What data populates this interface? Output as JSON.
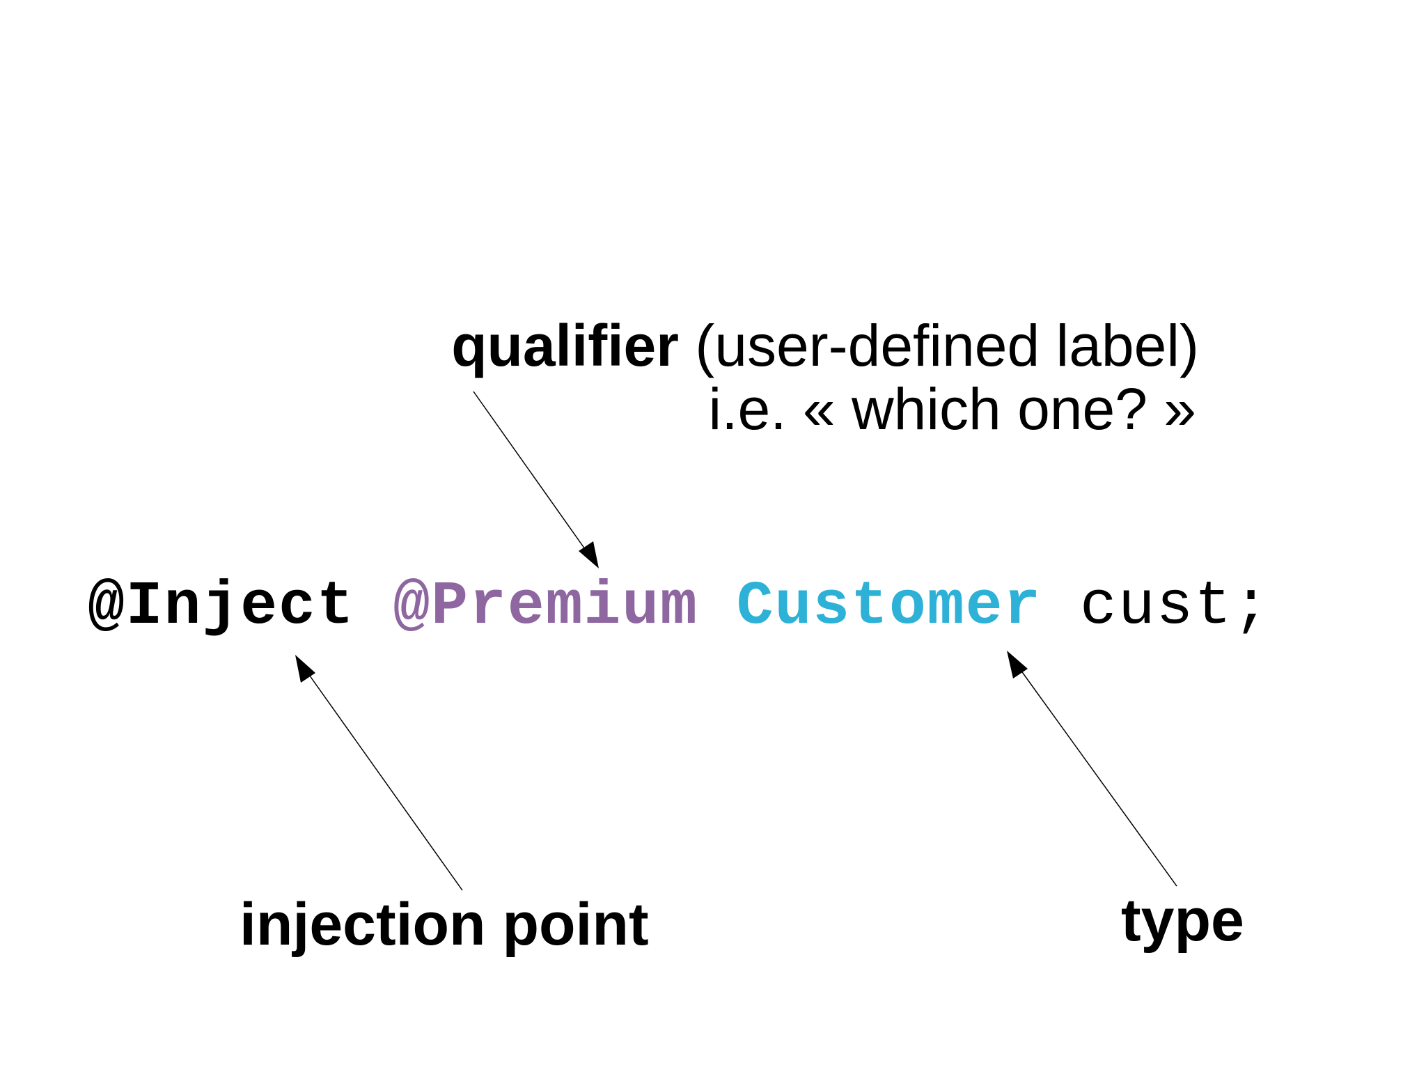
{
  "qualifier_label": {
    "bold": "qualifier",
    "rest": " (user-defined label)",
    "line2": "i.e. « which one? »"
  },
  "code": {
    "inject": "@Inject",
    "qualifier": "@Premium",
    "type": "Customer",
    "variable": "cust;"
  },
  "injection_point_label": "injection point",
  "type_label": "type",
  "colors": {
    "inject": "#000000",
    "qualifier": "#8e66a0",
    "type": "#2eb1d6",
    "variable": "#000000",
    "arrow": "#000000"
  }
}
